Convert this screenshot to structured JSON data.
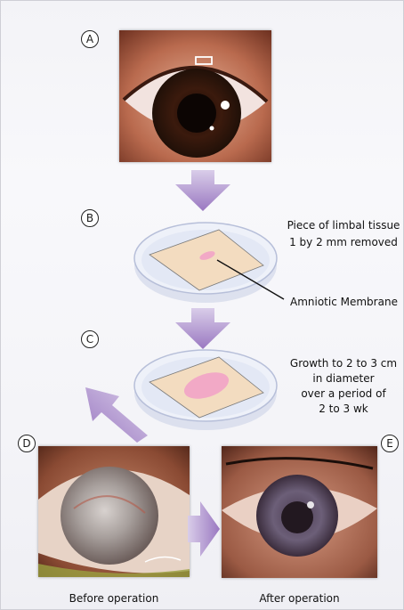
{
  "panels": {
    "a": {
      "letter": "A"
    },
    "b": {
      "letter": "B",
      "note_lines": [
        "Piece of limbal tissue",
        "1 by 2 mm removed"
      ],
      "pointer_label": "Amniotic Membrane"
    },
    "c": {
      "letter": "C",
      "note_lines": [
        "Growth to 2 to 3 cm",
        "in diameter",
        "over a period of",
        "2 to 3 wk"
      ]
    },
    "d": {
      "letter": "D",
      "caption": "Before operation"
    },
    "e": {
      "letter": "E",
      "caption": "After operation"
    }
  },
  "colors": {
    "arrow": "#a98bc9",
    "membrane": "#f3dcc0",
    "tissue_pink": "#f2a9c6",
    "dish": "#dde2f1"
  },
  "icons": [
    "down-arrow-icon",
    "diagonal-arrow-icon",
    "right-arrow-icon"
  ]
}
